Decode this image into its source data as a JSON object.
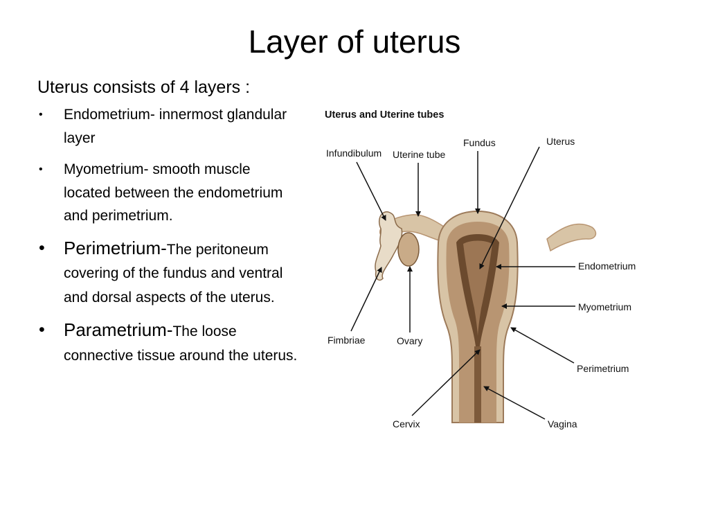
{
  "slide": {
    "title": "Layer of uterus",
    "intro": "Uterus consists of 4 layers :",
    "bullets": [
      {
        "text": "Endometrium- innermost glandular layer"
      },
      {
        "text": "Myometrium- smooth muscle located between the endometrium and perimetrium."
      },
      {
        "term": "Perimetrium-",
        "text": "The peritoneum covering of the fundus and ventral and dorsal aspects of the uterus."
      },
      {
        "term": "Parametrium-",
        "text": "The loose connective tissue around the uterus."
      }
    ]
  },
  "diagram": {
    "title": "Uterus and Uterine tubes",
    "labels": {
      "infundibulum": "Infundibulum",
      "uterine_tube": "Uterine tube",
      "fundus": "Fundus",
      "uterus": "Uterus",
      "endometrium": "Endometrium",
      "myometrium": "Myometrium",
      "perimetrium": "Perimetrium",
      "fimbriae": "Fimbriae",
      "ovary": "Ovary",
      "cervix": "Cervix",
      "vagina": "Vagina"
    },
    "colors": {
      "outer_tissue": "#d8c4a6",
      "muscle_layer": "#b89572",
      "lining_dark": "#6b4a2e",
      "cavity": "#9c7654"
    }
  }
}
